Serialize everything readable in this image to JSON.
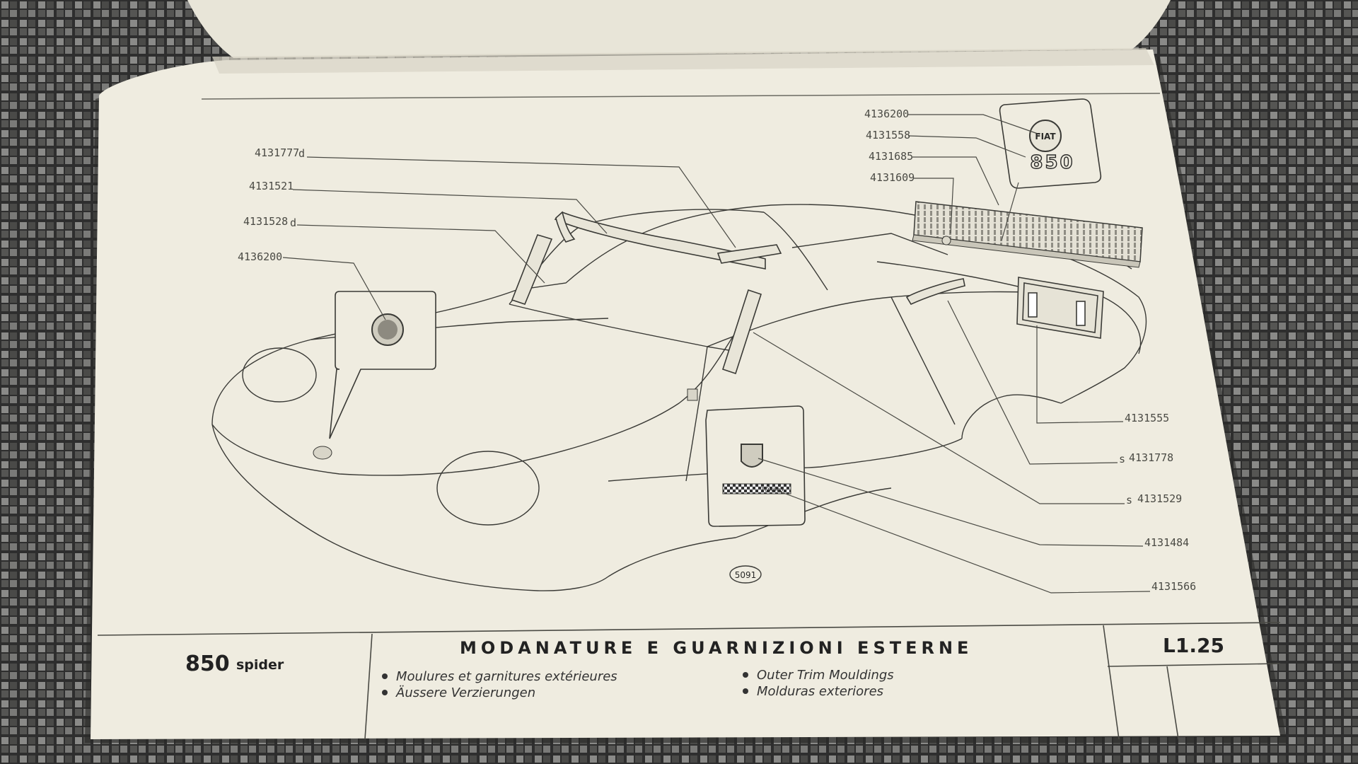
{
  "page": {
    "model": "850",
    "model_suffix": "spider",
    "section_title": "MODANATURE E GUARNIZIONI ESTERNE",
    "section_code": "L1.25",
    "translations": [
      "Moulures et garnitures extérieures",
      "Äussere Verzierungen",
      "Outer Trim Mouldings",
      "Molduras exteriores"
    ],
    "figure_number": "5091"
  },
  "part_labels": {
    "left": [
      {
        "number": "4131777",
        "suffix": "d"
      },
      {
        "number": "4131521",
        "suffix": ""
      },
      {
        "number": "4131528",
        "suffix": "d"
      },
      {
        "number": "4136200",
        "suffix": ""
      }
    ],
    "top_right": [
      {
        "number": "4136200",
        "suffix": ""
      },
      {
        "number": "4131558",
        "suffix": ""
      },
      {
        "number": "4131685",
        "suffix": ""
      },
      {
        "number": "4131609",
        "suffix": ""
      }
    ],
    "right": [
      {
        "number": "4131555",
        "prefix": ""
      },
      {
        "number": "4131778",
        "prefix": "s"
      },
      {
        "number": "4131529",
        "prefix": "s"
      },
      {
        "number": "4131484",
        "prefix": ""
      },
      {
        "number": "4131566",
        "prefix": ""
      }
    ]
  },
  "badges": {
    "fiat_logo": "FIAT",
    "rear_badge": "850",
    "torino_badge": "TORINO"
  },
  "colors": {
    "paper": "#efece0",
    "ink": "#3a3a36",
    "mat": "#3a3a3a"
  }
}
